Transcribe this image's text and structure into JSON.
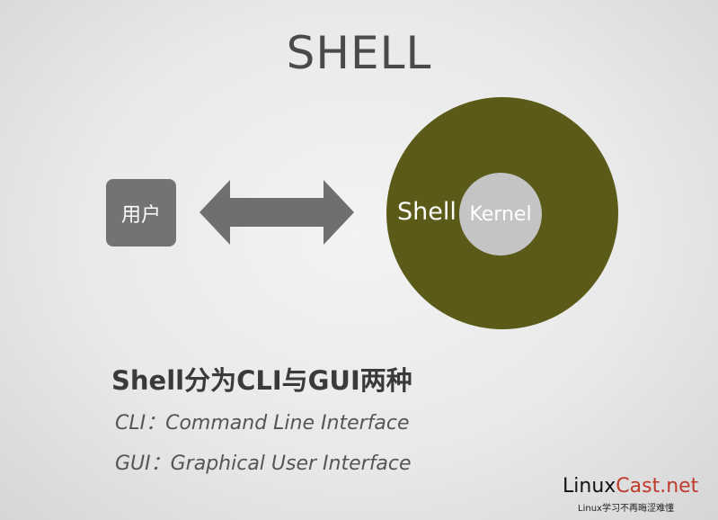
{
  "slide": {
    "title": "SHELL",
    "user_label": "用户",
    "shell_label": "Shell",
    "kernel_label": "Kernel",
    "headline": "Shell分为CLI与GUI两种",
    "cli_line": "CLI：Command Line Interface",
    "gui_line": "GUI：Graphical User Interface"
  },
  "colors": {
    "shell_circle": "#5b5a18",
    "kernel_circle": "#c4c4c4",
    "user_box": "#737373",
    "arrow": "#6f6f6f"
  },
  "icons": {
    "arrow": "double-arrow-icon"
  },
  "watermark": {
    "logo_prefix": "Linux",
    "logo_suffix": "Cast.net",
    "tagline": "Linux学习不再晦涩难懂"
  }
}
